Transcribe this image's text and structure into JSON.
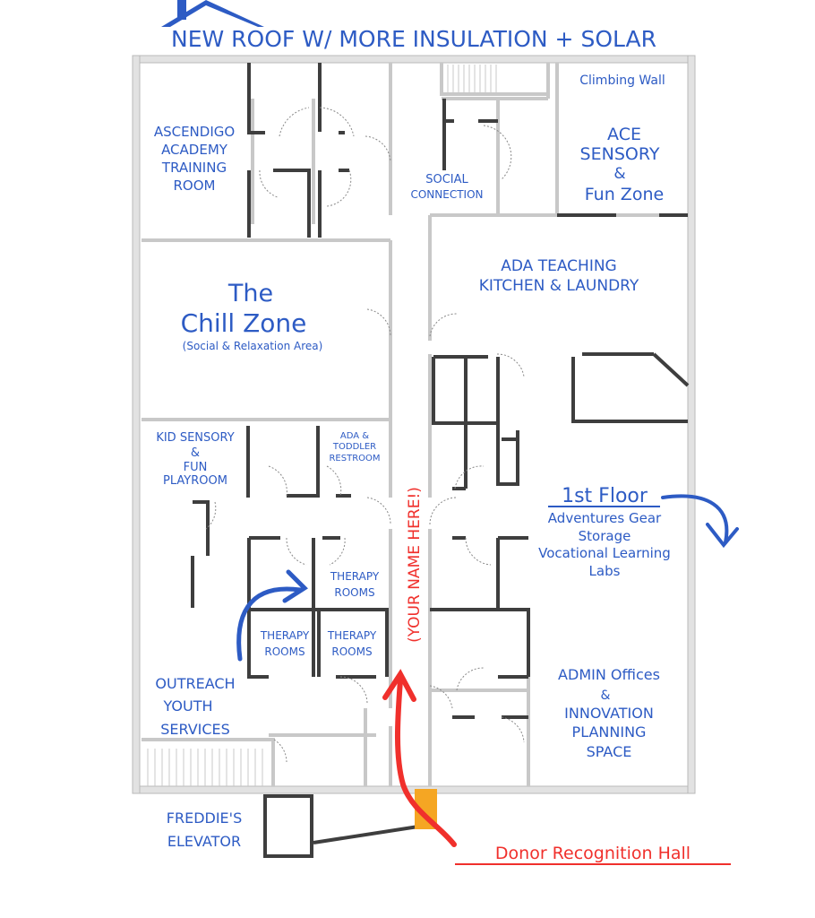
{
  "title": "NEW ROOF W/ MORE INSULATION + SOLAR",
  "rooms": {
    "ascendigo": [
      "ASCENDIGO",
      "ACADEMY",
      "TRAINING",
      "ROOM"
    ],
    "social": [
      "SOCIAL",
      "CONNECTION"
    ],
    "climbing": "Climbing Wall",
    "ace": [
      "ACE",
      "SENSORY",
      "&",
      "Fun Zone"
    ],
    "chill": {
      "line1": "The",
      "line2": "Chill Zone",
      "sub": "(Social & Relaxation Area)"
    },
    "kitchen": [
      "ADA TEACHING",
      "KITCHEN & LAUNDRY"
    ],
    "kid": [
      "KID SENSORY",
      "&",
      "FUN",
      "PLAYROOM"
    ],
    "restroom": [
      "ADA &",
      "TODDLER",
      "RESTROOM"
    ],
    "floor": {
      "title": "1st Floor",
      "lines": [
        "Adventures Gear",
        "Storage",
        "Vocational Learning",
        "Labs"
      ]
    },
    "therapy_top": [
      "THERAPY",
      "ROOMS"
    ],
    "therapy_left": [
      "THERAPY",
      "ROOMS"
    ],
    "therapy_right": [
      "THERAPY",
      "ROOMS"
    ],
    "corridor": "(YOUR NAME HERE!)",
    "outreach": [
      "OUTREACH",
      "YOUTH",
      "SERVICES"
    ],
    "admin": [
      "ADMIN Offices",
      "&",
      "INNOVATION",
      "PLANNING",
      "SPACE"
    ],
    "elevator": [
      "FREDDIE'S",
      "ELEVATOR"
    ],
    "donor": "Donor Recognition Hall"
  },
  "colors": {
    "blue": "#2d5bc4",
    "red": "#f0302c",
    "accent_orange": "#f5a623"
  }
}
